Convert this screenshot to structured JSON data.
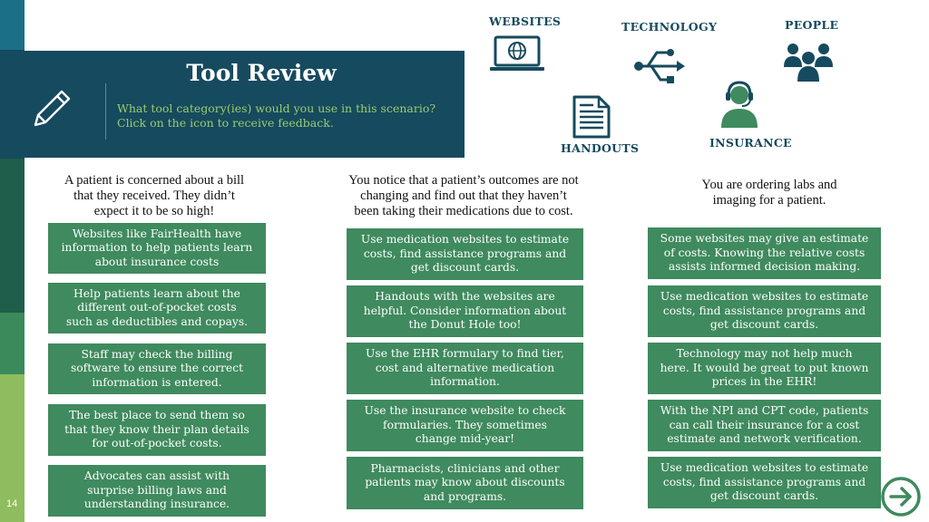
{
  "header": {
    "title": "Tool Review",
    "subtitle_line1": "What tool category(ies) would you use in this scenario?",
    "subtitle_line2": "Click on the icon to receive feedback."
  },
  "categories": {
    "websites": "WEBSITES",
    "technology": "TECHNOLOGY",
    "people": "PEOPLE",
    "handouts": "HANDOUTS",
    "insurance": "INSURANCE"
  },
  "colors": {
    "navy": "#164a5e",
    "green_box": "#3f8a5e",
    "subtitle_green": "#9ccb6f"
  },
  "columns": [
    {
      "scenario": [
        "A patient is concerned about a bill",
        "that they received.  They didn’t",
        "expect it to be so high!"
      ],
      "feedback": [
        [
          "Websites like FairHealth have",
          "information to help patients learn",
          "about insurance costs"
        ],
        [
          "Help patients learn about the",
          "different out-of-pocket costs",
          "such as deductibles and copays."
        ],
        [
          "Staff may check the billing",
          "software to ensure the correct",
          "information is entered."
        ],
        [
          "The best place to send them so",
          "that they know their plan details",
          "for out-of-pocket costs."
        ],
        [
          "Advocates can assist with",
          "surprise billing laws and",
          "understanding insurance."
        ]
      ]
    },
    {
      "scenario": [
        "You notice that a patient’s outcomes are not",
        "changing and find out that they haven’t",
        "been taking their medications due to cost."
      ],
      "feedback": [
        [
          "Use medication websites to estimate",
          "costs, find assistance programs and",
          "get discount cards."
        ],
        [
          "Handouts with the websites are",
          "helpful.  Consider information about",
          "the Donut Hole too!"
        ],
        [
          "Use the EHR formulary to find tier,",
          "cost and alternative medication",
          "information."
        ],
        [
          "Use the insurance website to check",
          "formularies.  They sometimes",
          "change mid-year!"
        ],
        [
          "Pharmacists, clinicians and other",
          "patients may know about discounts",
          "and programs."
        ]
      ]
    },
    {
      "scenario": [
        "You are ordering labs and",
        "imaging for a patient."
      ],
      "feedback": [
        [
          "Some websites may give an estimate",
          "of costs.  Knowing the relative costs",
          "assists informed decision making."
        ],
        [
          "Use medication websites to estimate",
          "costs, find assistance programs and",
          "get discount cards."
        ],
        [
          "Technology may not help much",
          "here.  It would be great to put known",
          "prices in the EHR!"
        ],
        [
          "With the NPI and CPT code, patients",
          "can call their insurance for a cost",
          "estimate and network verification."
        ],
        [
          "Use medication websites to estimate",
          "costs, find assistance programs and",
          "get discount cards."
        ]
      ]
    }
  ],
  "page_number": "14",
  "icons": {
    "pencil": "pencil-icon",
    "websites": "laptop-globe-icon",
    "technology": "usb-icon",
    "people": "people-group-icon",
    "handouts": "document-icon",
    "insurance": "headset-agent-icon",
    "next": "arrow-right-circle-icon"
  }
}
